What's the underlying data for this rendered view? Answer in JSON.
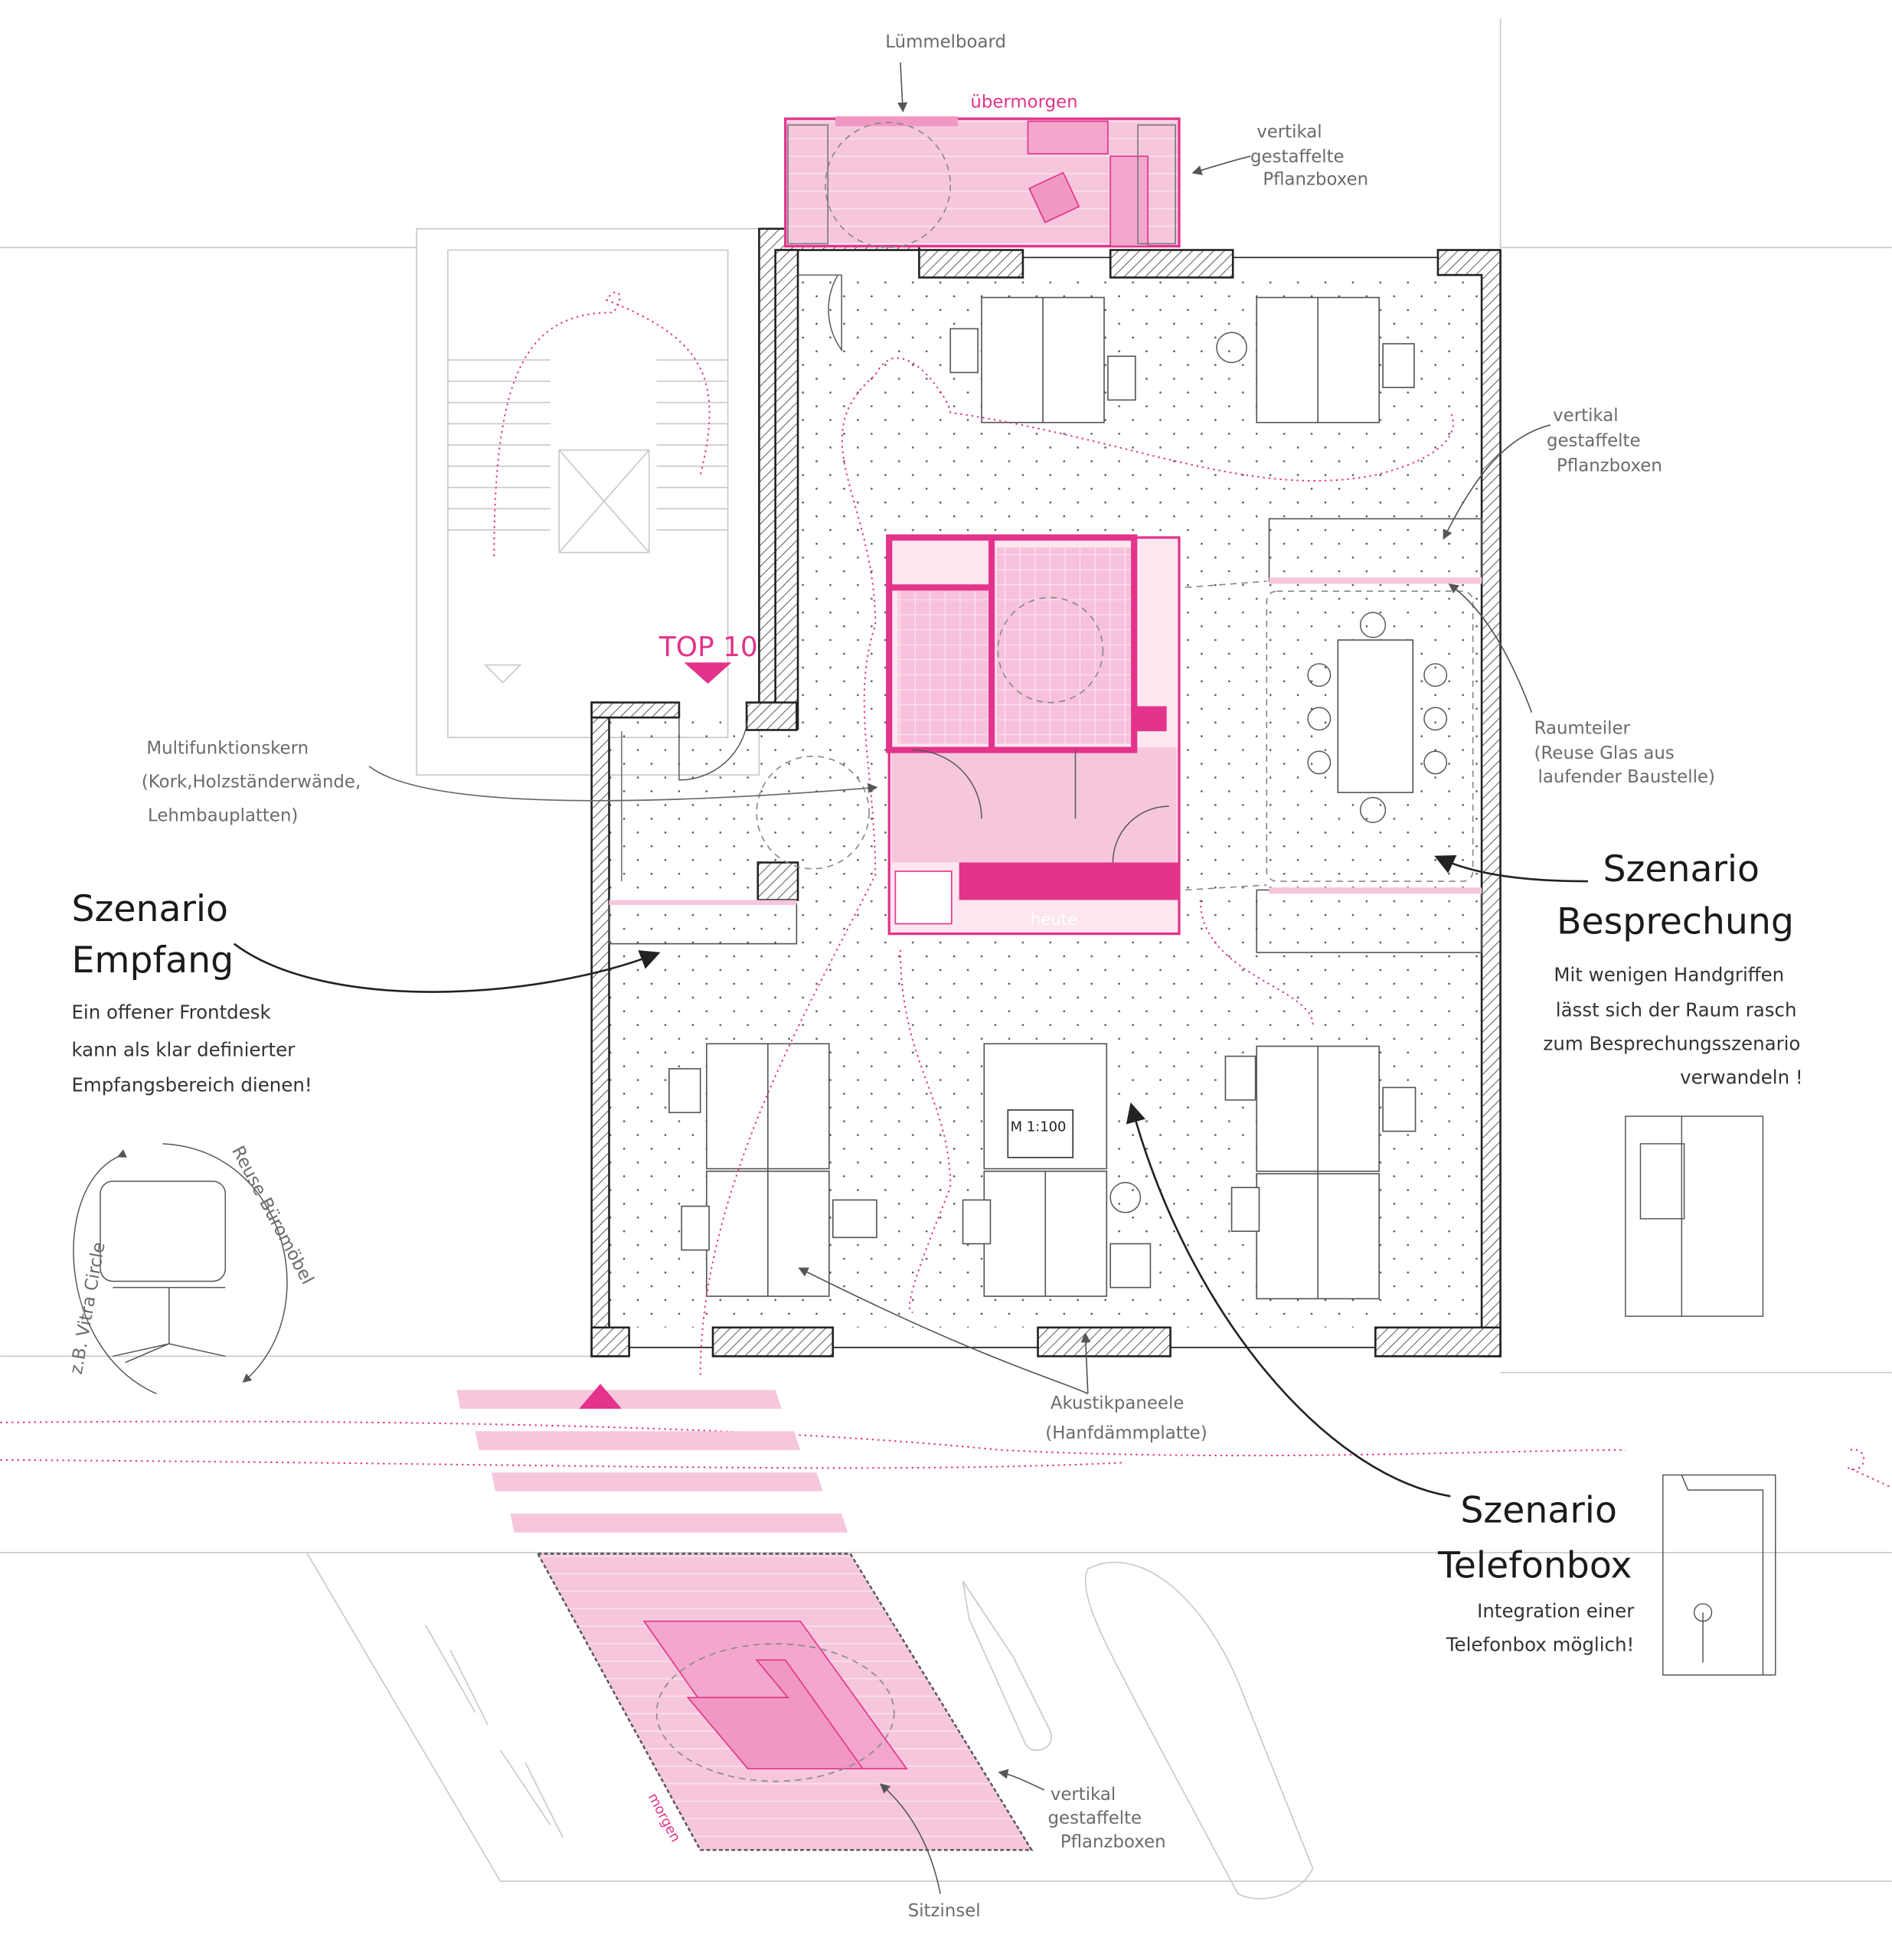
{
  "labels": {
    "luemmelboard": "Lümmelboard",
    "uebermorgen": "übermorgen",
    "heute": "heute",
    "morgen": "morgen",
    "top10": "TOP 10",
    "pflanzboxen_top": [
      "vertikal",
      "gestaffelte",
      "Pflanzboxen"
    ],
    "pflanzboxen_right": [
      "vertikal",
      "gestaffelte",
      "Pflanzboxen"
    ],
    "pflanzboxen_bottom": [
      "vertikal",
      "gestaffelte",
      "Pflanzboxen"
    ],
    "multifunktionskern": [
      "Multifunktionskern",
      "(Kork,Holzständerwände,",
      "Lehmbauplatten)"
    ],
    "raumteiler": [
      "Raumteiler",
      "(Reuse Glas aus",
      "laufender Baustelle)"
    ],
    "akustik": [
      "Akustikpaneele",
      "(Hanfdämmplatte)"
    ],
    "scale": "M 1:100",
    "reuse_moebel": "Reuse Büromöbel",
    "vitra": "z.B. Vitra Circle",
    "sitzinsel": "Sitzinsel"
  },
  "scenarios": {
    "empfang": {
      "title": [
        "Szenario",
        "Empfang"
      ],
      "text": [
        "Ein offener  Frontdesk",
        "kann als klar definierter",
        "Empfangsbereich  dienen!"
      ]
    },
    "besprechung": {
      "title": [
        "Szenario",
        "Besprechung"
      ],
      "text": [
        "Mit wenigen Handgriffen",
        "lässt sich der Raum rasch",
        "zum Besprechungsszenario",
        "verwandeln !"
      ]
    },
    "telefonbox": {
      "title": [
        "Szenario",
        "Telefonbox"
      ],
      "text": [
        "Integration einer",
        "Telefonbox  möglich!"
      ]
    }
  },
  "colors": {
    "accent": "#e3338a",
    "accent_light": "#f6c6dd",
    "line": "#222222"
  }
}
